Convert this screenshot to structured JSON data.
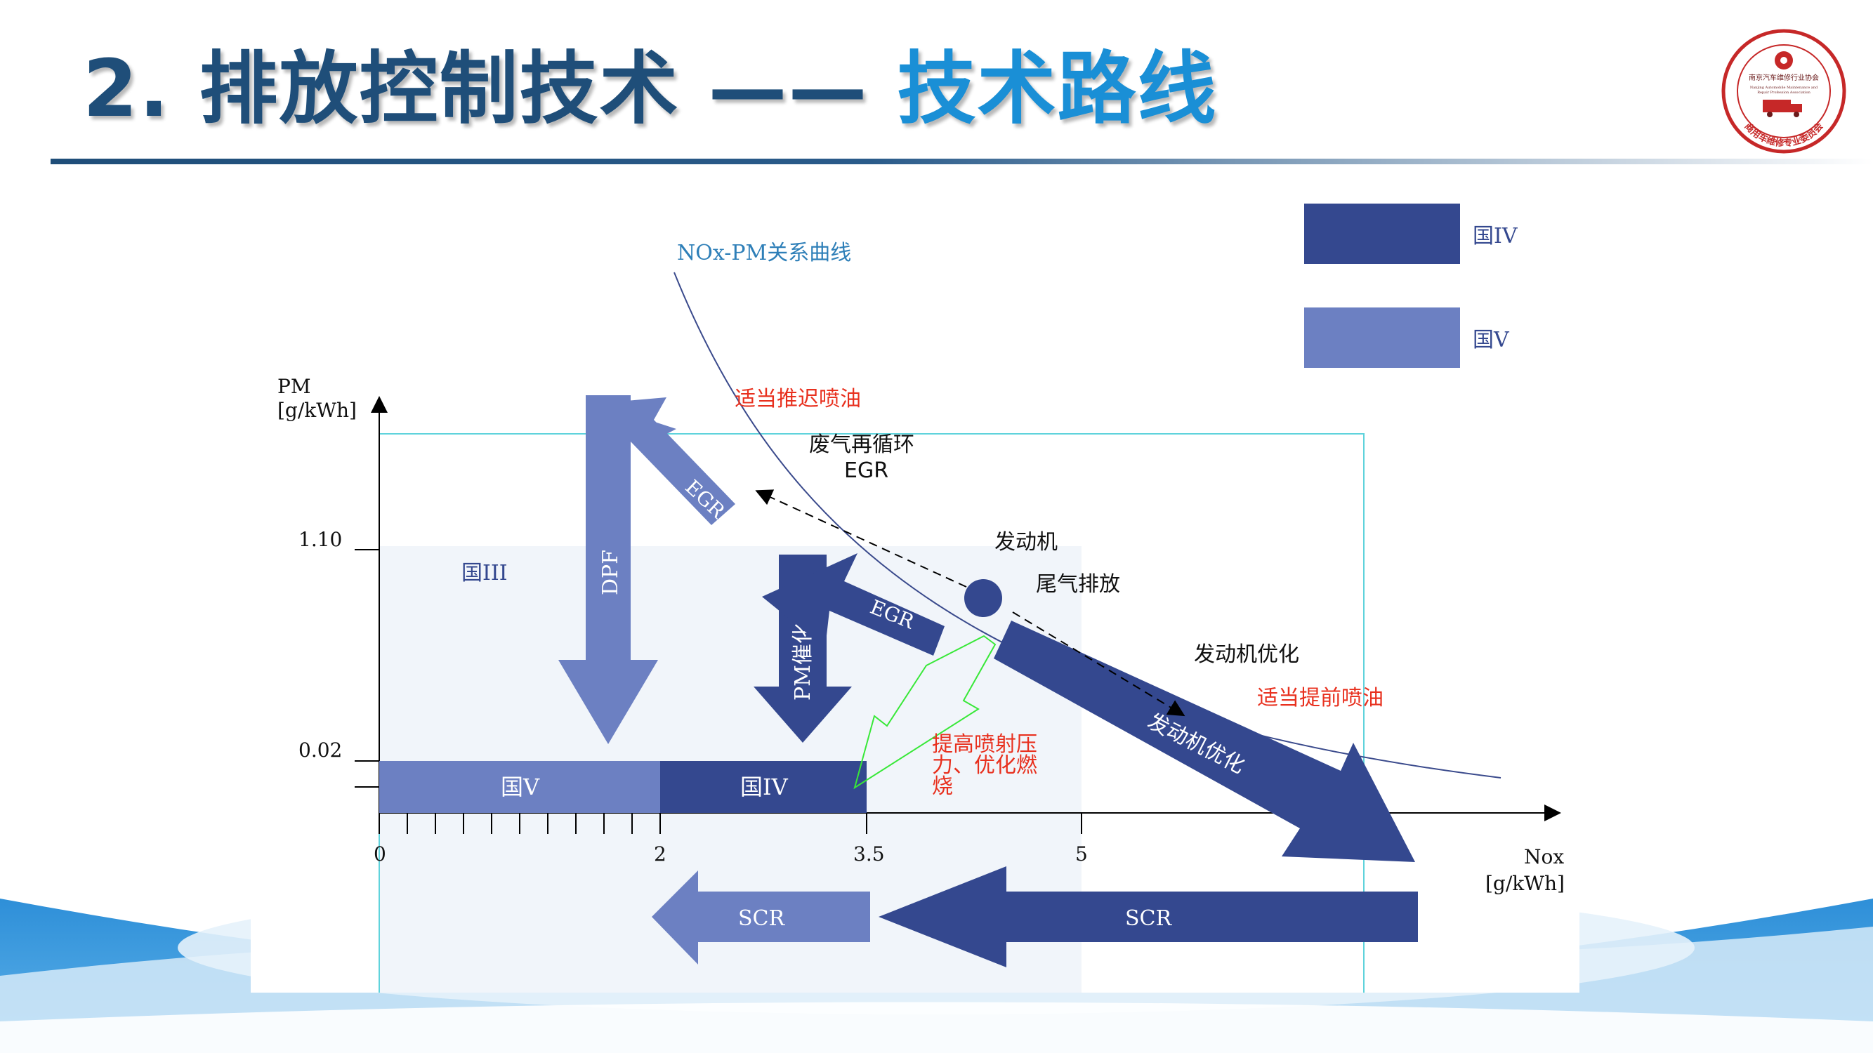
{
  "slide": {
    "title_prefix": "2. 排放控制技术 —— ",
    "title_highlight": "技术路线"
  },
  "logo": {
    "name_cn": "南京汽车维修行业协会",
    "name_en_1": "Nanjing Automobile Maintenance and",
    "name_en_2": "Repair Profession Association",
    "ring_text": "商用车维修专业委员会"
  },
  "colors": {
    "title_dark": "#1f4e79",
    "title_light": "#1a8fd6",
    "guo4": "#34488f",
    "guo5": "#6c80c2",
    "curve": "#3a4a8c",
    "red_text": "#e8301e",
    "green_arrow": "#38e838",
    "limit_box": "#5fd3dc"
  },
  "legend": [
    {
      "label": "国IV",
      "color": "#34488f"
    },
    {
      "label": "国V",
      "color": "#6c80c2"
    }
  ],
  "axes": {
    "y_label_1": "PM",
    "y_label_2": "[g/kWh]",
    "x_label_1": "Nox",
    "x_label_2": "[g/kWh]",
    "y_ticks": [
      "1.10",
      "0.02"
    ],
    "x_ticks": [
      "0",
      "2",
      "3.5",
      "5"
    ]
  },
  "regions": {
    "guo3": "国III",
    "guo5_bar": "国V",
    "guo4_bar": "国IV"
  },
  "curve_label": "NOx-PM关系曲线",
  "labels": {
    "retard_injection": "适当推迟喷油",
    "egr_1": "废气再循环",
    "egr_2": "EGR",
    "engine_1": "发动机",
    "engine_2": "尾气排放",
    "engine_opt": "发动机优化",
    "advance_injection": "适当提前喷油",
    "pressure_1": "提高喷射压",
    "pressure_2": "力、优化燃",
    "pressure_3": "烧"
  },
  "arrows": {
    "dpf": "DPF",
    "pm_catalyst": "PM催化器",
    "egr_upper": "EGR",
    "egr_lower": "EGR",
    "engine_opt": "发动机优化",
    "scr_left": "SCR",
    "scr_right": "SCR"
  }
}
